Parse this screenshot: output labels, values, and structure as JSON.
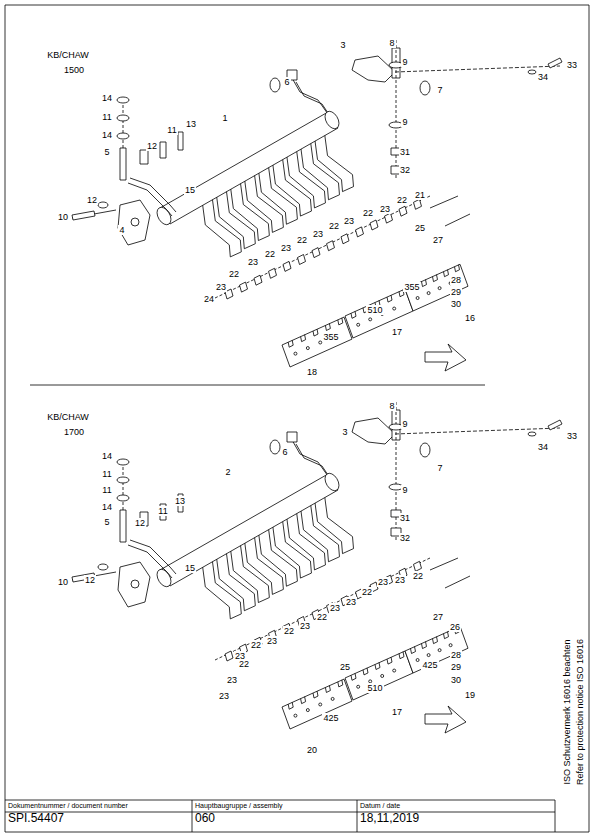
{
  "diagram": {
    "nodes": [
      {
        "text": [
          "Dokumentnummer / document number",
          "SPI.54407"
        ]
      },
      {
        "text": [
          "Hauptbaugruppe / assembly",
          "060"
        ]
      },
      {
        "text": [
          "Datum / date",
          "18,11,2019"
        ]
      }
    ],
    "labels": [
      "KB/CHAW",
      "1500",
      "8",
      "9",
      "3",
      "33",
      "34",
      "6",
      "7",
      "9",
      "31",
      "32",
      "14",
      "11",
      "14",
      "5",
      "12",
      "11",
      "13",
      "12",
      "15",
      "10",
      "4",
      "1",
      "21",
      "22",
      "23",
      "22",
      "23",
      "22",
      "23",
      "22",
      "23",
      "22",
      "23",
      "22",
      "23",
      "24",
      "25",
      "27",
      "28",
      "29",
      "30",
      "16",
      "17",
      "18",
      "355",
      "510",
      "355",
      "KB/CHAW",
      "1700",
      "8",
      "9",
      "3",
      "33",
      "34",
      "6",
      "7",
      "9",
      "31",
      "32",
      "14",
      "11",
      "11",
      "14",
      "5",
      "12",
      "11",
      "13",
      "12",
      "10",
      "15",
      "2",
      "22",
      "23",
      "23",
      "22",
      "23",
      "23",
      "22",
      "23",
      "22",
      "23",
      "22",
      "23",
      "22",
      "23",
      "23",
      "27",
      "26",
      "25",
      "28",
      "29",
      "30",
      "19",
      "17",
      "20",
      "425",
      "510",
      "425",
      "ISO Schutzvermerk 16016 beachten",
      "Refer to protection notice ISO 16016"
    ]
  }
}
